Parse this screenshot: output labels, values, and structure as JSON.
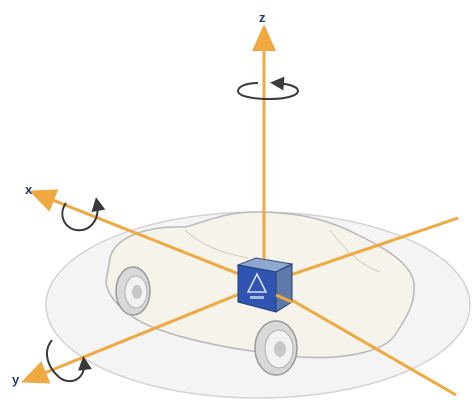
{
  "diagram": {
    "axes": {
      "x": {
        "label": "x"
      },
      "y": {
        "label": "y"
      },
      "z": {
        "label": "z"
      }
    },
    "colors": {
      "axis": "#f0a840",
      "label": "#1f3d7a",
      "rotation_arrow": "#3a3a3a",
      "ground_ellipse_stroke": "#b0b0b0",
      "ground_ellipse_fill": "#ececec",
      "car_body_fill": "#f6f3ea",
      "car_outline": "#b8b8b8",
      "sensor_front": "#2f55b0",
      "sensor_top": "#8fa8cf",
      "sensor_side": "#5e78a8"
    },
    "icons": [
      "rotation-arrow-icon",
      "car-outline",
      "sensor-box-icon"
    ]
  }
}
